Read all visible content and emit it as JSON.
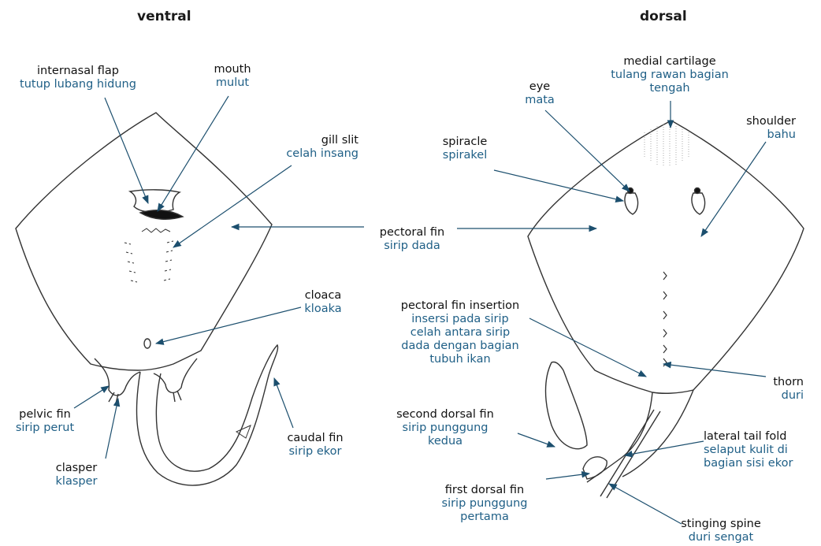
{
  "titles": {
    "ventral": "ventral",
    "dorsal": "dorsal"
  },
  "colors": {
    "english_text": "#111111",
    "indonesian_text": "#1f5f86",
    "outline": "#333333",
    "arrow": "#1c4f6e"
  },
  "ventral_labels": {
    "internasal_flap": {
      "en": "internasal flap",
      "id": "tutup  lubang hidung"
    },
    "mouth": {
      "en": "mouth",
      "id": "mulut"
    },
    "gill_slit": {
      "en": "gill slit",
      "id": "celah insang"
    },
    "cloaca": {
      "en": "cloaca",
      "id": "kloaka"
    },
    "pelvic_fin": {
      "en": "pelvic fin",
      "id": "sirip perut"
    },
    "clasper": {
      "en": "clasper",
      "id": "klasper"
    },
    "caudal_fin": {
      "en": "caudal fin",
      "id": "sirip ekor"
    }
  },
  "shared_labels": {
    "pectoral_fin": {
      "en": "pectoral fin",
      "id": "sirip dada"
    }
  },
  "dorsal_labels": {
    "medial_cartilage": {
      "en": "medial cartilage",
      "id_1": "tulang rawan bagian",
      "id_2": "tengah"
    },
    "eye": {
      "en": "eye",
      "id": "mata"
    },
    "spiracle": {
      "en": "spiracle",
      "id": "spirakel"
    },
    "shoulder": {
      "en": "shoulder",
      "id": "bahu"
    },
    "pectoral_fin_insertion": {
      "en": "pectoral fin insertion",
      "id_1": "insersi pada sirip",
      "id_2": "celah antara sirip",
      "id_3": "dada dengan bagian",
      "id_4": "tubuh ikan"
    },
    "thorn": {
      "en": "thorn",
      "id": "duri"
    },
    "second_dorsal_fin": {
      "en": "second dorsal fin",
      "id_1": "sirip punggung",
      "id_2": "kedua"
    },
    "lateral_tail_fold": {
      "en": "lateral tail fold",
      "id_1": "selaput kulit di",
      "id_2": "bagian sisi ekor"
    },
    "first_dorsal_fin": {
      "en": "first dorsal fin",
      "id_1": "sirip punggung",
      "id_2": "pertama"
    },
    "stinging_spine": {
      "en": "stinging spine",
      "id": "duri sengat"
    }
  }
}
